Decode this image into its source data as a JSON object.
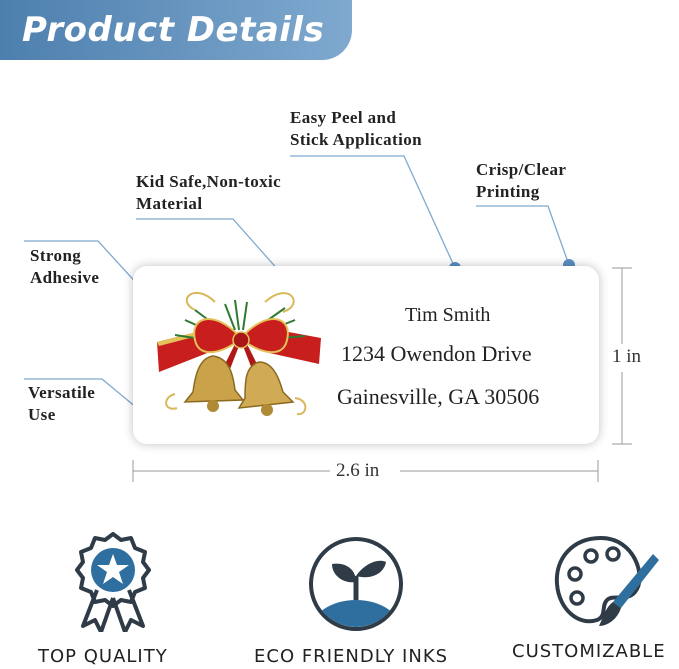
{
  "banner": {
    "title": "Product Details"
  },
  "callouts": {
    "easy_peel": [
      "Easy Peel and",
      "Stick Application"
    ],
    "crisp": [
      "Crisp/Clear",
      "Printing"
    ],
    "kid_safe": [
      "Kid Safe,Non-toxic",
      "Material"
    ],
    "strong": [
      "Strong",
      "Adhesive"
    ],
    "versatile": [
      "Versatile",
      "Use"
    ]
  },
  "sticker": {
    "name": "Tim Smith",
    "street": "1234 Owendon Drive",
    "city": "Gainesville, GA 30506",
    "image_icon": "christmas-bells-icon"
  },
  "dimensions": {
    "width": "2.6 in",
    "height": "1 in"
  },
  "features": [
    {
      "label": "TOP QUALITY",
      "icon": "award-ribbon-icon"
    },
    {
      "label": "ECO FRIENDLY INKS",
      "icon": "sprout-icon"
    },
    {
      "label": "CUSTOMIZABLE",
      "icon": "palette-brush-icon"
    }
  ],
  "colors": {
    "accent": "#5b8fc0",
    "icon_dark": "#2f3c48",
    "icon_blue": "#2f6f9f",
    "bow_red": "#c81e1e",
    "bell_gold": "#c9a24a"
  }
}
